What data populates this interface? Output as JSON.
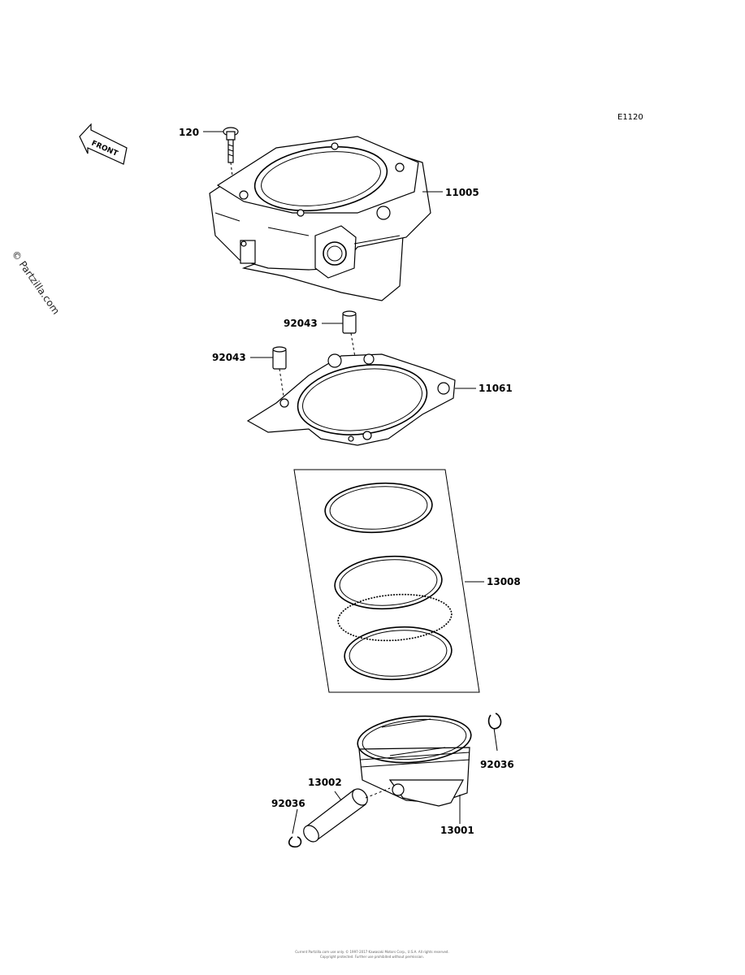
{
  "diagram_ref": "E1120",
  "front_arrow_label": "FRONT",
  "watermark": "© Partzilla.com",
  "parts": [
    {
      "id": "cap-120",
      "label": "120"
    },
    {
      "id": "cap-11005",
      "label": "11005"
    },
    {
      "id": "cap-92043a",
      "label": "92043"
    },
    {
      "id": "cap-92043b",
      "label": "92043"
    },
    {
      "id": "cap-11061",
      "label": "11061"
    },
    {
      "id": "cap-13008",
      "label": "13008"
    },
    {
      "id": "cap-92036a",
      "label": "92036"
    },
    {
      "id": "cap-13002",
      "label": "13002"
    },
    {
      "id": "cap-92036b",
      "label": "92036"
    },
    {
      "id": "cap-13001",
      "label": "13001"
    }
  ],
  "footer": {
    "line1": "Current Partzilla.com use only. © 1997-2017 Kawasaki Motors Corp., U.S.A. All rights reserved.",
    "line2": "Copyright protected. Further use prohibited without permission."
  }
}
